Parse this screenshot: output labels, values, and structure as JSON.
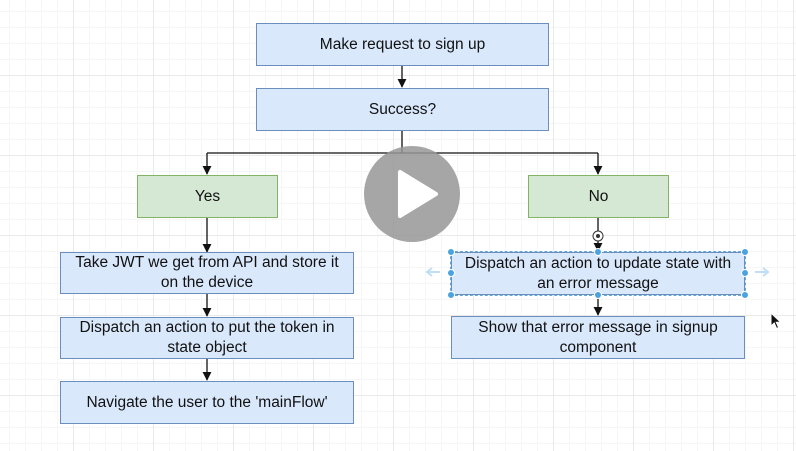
{
  "diagram": {
    "nodes": {
      "request": "Make request to sign up",
      "success": "Success?",
      "yes": "Yes",
      "no": "No",
      "store_jwt": "Take JWT we get from API and store it on the device",
      "dispatch_token": "Dispatch an action to put the token in state object",
      "navigate": "Navigate the user to the 'mainFlow'",
      "dispatch_error": "Dispatch an action to update state with an error message",
      "show_error": "Show that error message in signup component"
    }
  },
  "video": {
    "play_icon": "play-icon"
  },
  "colors": {
    "process_fill": "#dae8fc",
    "process_border": "#6c8ebf",
    "branch_fill": "#d5e8d4",
    "branch_border": "#82b366",
    "selection": "#4aa3df"
  }
}
